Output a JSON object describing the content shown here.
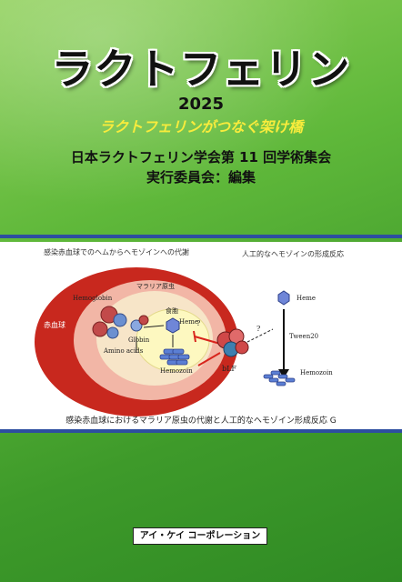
{
  "cover": {
    "title": "ラクトフェリン",
    "year": "2025",
    "subtitle": "ラクトフェリンがつなぐ架け橋",
    "society": "日本ラクトフェリン学会第 11 回学術集会",
    "committee": "実行委員会：編集"
  },
  "figure": {
    "left_heading": "感染赤血球でのヘムからヘモゾインへの代謝",
    "right_heading": "人工的なヘモゾインの形成反応",
    "labels": {
      "hemoglobin": "Hemoglobin",
      "parasite": "マラリア原虫",
      "food_vacuole": "食胞",
      "rbc": "赤血球",
      "heme": "Heme",
      "globin": "Globin",
      "amino_acids": "Amino acids",
      "hemozoin": "Hemozoin",
      "blf": "bLF",
      "question": "?",
      "heme_right": "Heme",
      "tween": "Tween20",
      "hemozoin_right": "Hemozoin"
    },
    "caption": "感染赤血球におけるマラリア原虫の代謝と人工的なヘモゾイン形成反応 G"
  },
  "publisher": "アイ・ケイ コーポレーション",
  "colors": {
    "background_green": "#4fab33",
    "title_text": "#111111",
    "subtitle_yellow": "#f8ec3c",
    "band_border": "#2d4ea0",
    "rbc_red": "#c8281e",
    "inhibit_red": "#d8241c"
  }
}
